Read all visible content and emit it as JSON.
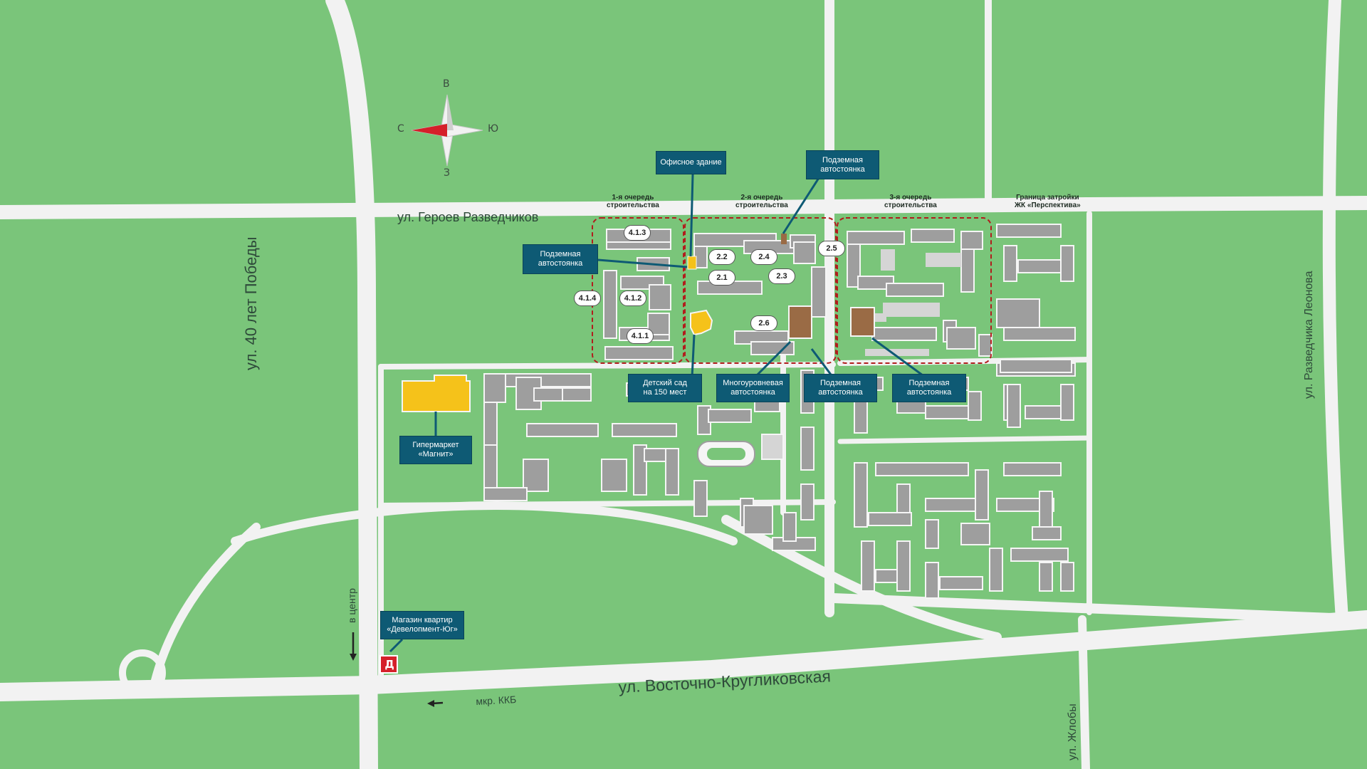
{
  "colors": {
    "background": "#7ac57a",
    "road": "#f2f2f2",
    "block": "#9e9e9e",
    "block_outline": "#f5f5f5",
    "callout_bg": "#0e5a74",
    "boundary": "#b11d1d",
    "kindergarten": "#f5c21a",
    "parking_building": "#9a6b45",
    "hypermarket": "#f5c21a",
    "compass_red": "#d5202a"
  },
  "compass": {
    "north": "С",
    "south": "Ю",
    "east": "В",
    "west": "З",
    "icon": "compass-rose-icon"
  },
  "roads": {
    "geroev": "ул. Героев Разведчиков",
    "pobedy": "ул. 40 лет Победы",
    "leonova": "ул. Разведчика Леонова",
    "vostochno": "ул. Восточно-Кругликовская",
    "zhloby": "ул. Жлобы"
  },
  "directions": {
    "center": "в центр",
    "kkb": "мкр. ККБ"
  },
  "queues": {
    "first": [
      "1-я очередь",
      "строительства"
    ],
    "second": [
      "2-я очередь",
      "строительства"
    ],
    "third": [
      "3-я очередь",
      "строительства"
    ],
    "boundary": [
      "Граница затройки",
      "ЖК «Перспектива»"
    ]
  },
  "callouts": {
    "office": [
      "Офисное здание"
    ],
    "parking_top": [
      "Подземная",
      "автостоянка"
    ],
    "parking_left": [
      "Подземная",
      "автостоянка"
    ],
    "kindergarten": [
      "Детский сад",
      "на 150 мест"
    ],
    "multilevel": [
      "Многоуровневая",
      "автостоянка"
    ],
    "parking_bottom_mid": [
      "Подземная",
      "автостоянка"
    ],
    "parking_bottom_right": [
      "Подземная",
      "автостоянка"
    ],
    "hypermarket": [
      "Гипермаркет",
      "«Магнит»"
    ],
    "store": [
      "Магазин квартир",
      "«Девелопмент-Юг»"
    ]
  },
  "buildings": {
    "b413": "4.1.3",
    "b414": "4.1.4",
    "b412": "4.1.2",
    "b411": "4.1.1",
    "b22": "2.2",
    "b24": "2.4",
    "b21": "2.1",
    "b23": "2.3",
    "b25": "2.5",
    "b26": "2.6"
  },
  "store_icon": {
    "letter": "Д",
    "icon": "developer-logo-icon"
  }
}
